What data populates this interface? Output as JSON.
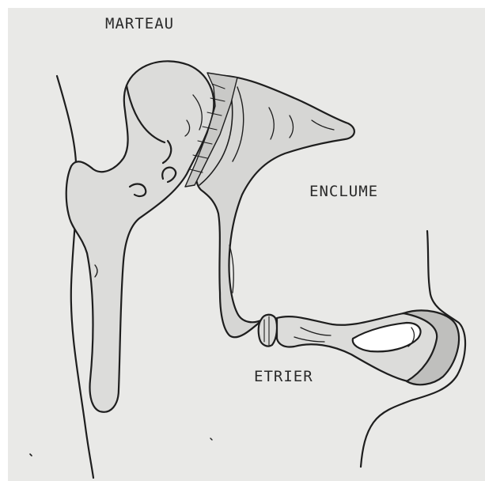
{
  "labels": {
    "marteau": "MARTEAU",
    "enclume": "ENCLUME",
    "etrier": "ETRIER"
  },
  "colors": {
    "background": "#e9e9e7",
    "ink": "#1e1e1e",
    "bone_shade": "#d6d6d4"
  }
}
